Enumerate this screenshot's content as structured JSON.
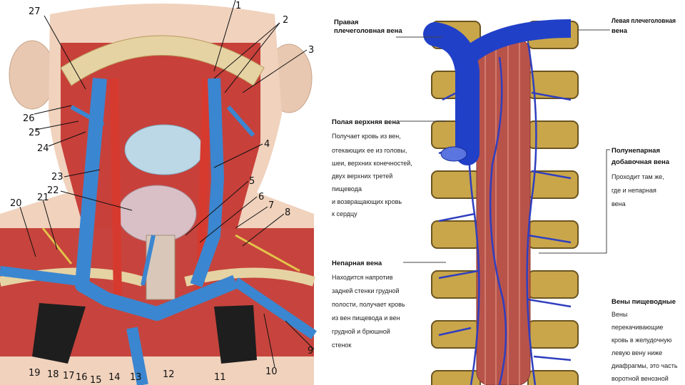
{
  "neck_figure": {
    "numbers_left": [
      "27",
      "26",
      "25",
      "24",
      "23",
      "22",
      "21",
      "20"
    ],
    "numbers_right": [
      "1",
      "2",
      "3",
      "4",
      "5",
      "6",
      "7",
      "8",
      "9"
    ],
    "numbers_bottom": [
      "19",
      "18",
      "17",
      "16",
      "15",
      "14",
      "13",
      "12",
      "11",
      "10"
    ]
  },
  "spine_figure": {
    "labels": [
      {
        "title": "Правая",
        "lines": [
          "плечеголовная вена"
        ]
      },
      {
        "title": "Левая плечеголовная",
        "lines": [
          "вена"
        ]
      },
      {
        "title": "Полая верхняя вена",
        "lines": [
          "Получает кровь из вен,",
          "отекающих ее из головы,",
          "шеи, верхних конечностей,",
          "двух верхних третей",
          "пищевода",
          "и возвращающих кровь",
          "к сердцу"
        ]
      },
      {
        "title": "Полунепарная",
        "lines": [
          "добавочная вена",
          "Проходит там же,",
          "где и непарная",
          "вена"
        ]
      },
      {
        "title": "Непарная вена",
        "lines": [
          "Находится напротив",
          "задней стенки грудной",
          "полости, получает кровь",
          "из вен пищевода и вен",
          "грудной и брюшной",
          "стенок"
        ]
      },
      {
        "title": "Вены пищеводные",
        "lines": [
          "Вены",
          "перекачивающие",
          "кровь в желудочную",
          "левую вену ниже",
          "диафрагмы, это часть",
          "воротной венозной"
        ]
      }
    ]
  }
}
